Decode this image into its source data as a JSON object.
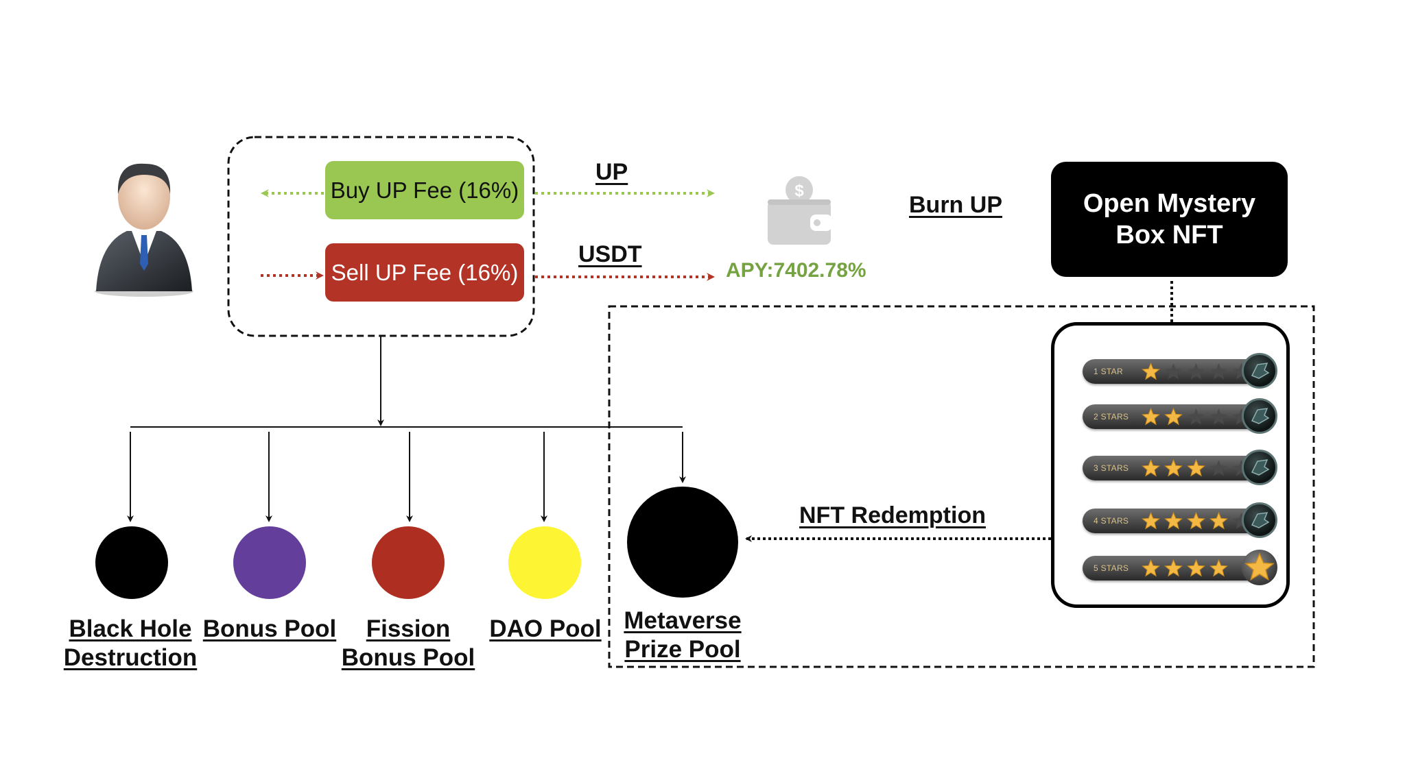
{
  "fees": {
    "buy_label": "Buy UP Fee (16%)",
    "sell_label": "Sell UP Fee (16%)"
  },
  "flows": {
    "up_label": "UP",
    "usdt_label": "USDT",
    "burn_label": "Burn UP",
    "nft_redemption_label": "NFT Redemption"
  },
  "wallet": {
    "icon": "wallet-icon",
    "apy": "APY:7402.78%"
  },
  "mystery_box": {
    "label_line1": "Open Mystery",
    "label_line2": "Box NFT"
  },
  "nft_levels": [
    {
      "label": "1 STAR",
      "stars": 1
    },
    {
      "label": "2 STARS",
      "stars": 2
    },
    {
      "label": "3 STARS",
      "stars": 3
    },
    {
      "label": "4 STARS",
      "stars": 4
    },
    {
      "label": "5 STARS",
      "stars": 5
    }
  ],
  "pools": [
    {
      "line1": "Black Hole",
      "line2": "Destruction",
      "color": "#000000"
    },
    {
      "line1": "Bonus Pool",
      "line2": "",
      "color": "#633f9b"
    },
    {
      "line1": "Fission",
      "line2": "Bonus Pool",
      "color": "#ae2f21"
    },
    {
      "line1": "DAO Pool",
      "line2": "",
      "color": "#fdf533"
    },
    {
      "line1": "Metaverse",
      "line2": "Prize Pool",
      "color": "#000000"
    }
  ],
  "colors": {
    "buy_green": "#9ac752",
    "sell_red": "#b33427",
    "apy_green": "#76a341",
    "wallet_gray": "#d2d2d2"
  },
  "user": {
    "icon": "businessman-avatar-icon"
  }
}
